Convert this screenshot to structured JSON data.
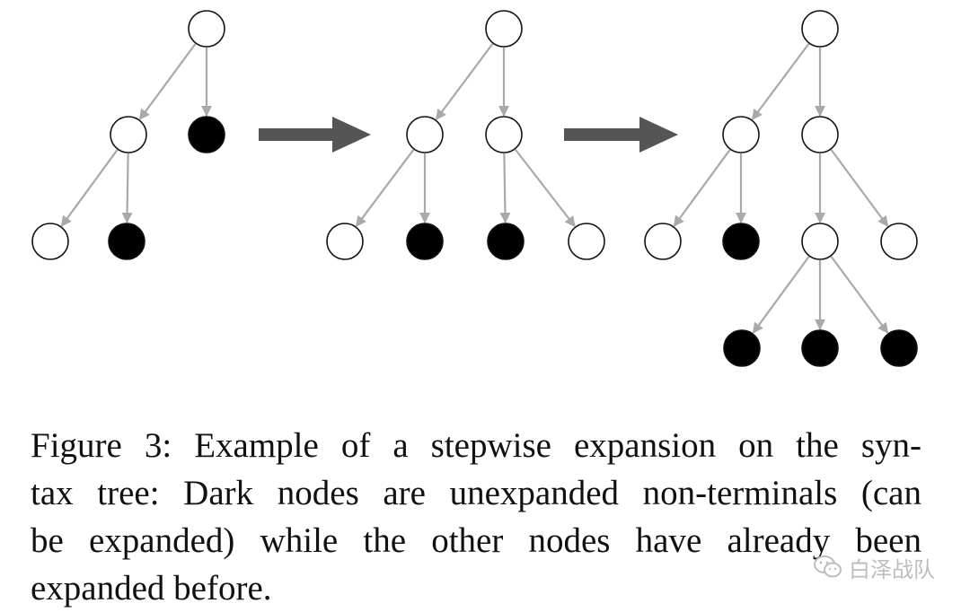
{
  "caption_lines": [
    "Figure 3: Example of a stepwise expansion on the syn-",
    "tax tree: Dark nodes are unexpanded non-terminals (can",
    "be expanded) while the other nodes have already been",
    "expanded before."
  ],
  "watermark": {
    "icon": "wechat-icon",
    "text": "白泽战队"
  },
  "colors": {
    "node_open_fill": "#ffffff",
    "node_dark_fill": "#000000",
    "node_stroke": "#111111",
    "edge": "#a9a9a9",
    "step_arrow": "#555555",
    "caption_text": "#111111"
  },
  "trees": [
    {
      "nodes": [
        {
          "id": "root",
          "state": "expanded"
        },
        {
          "id": "n1",
          "state": "expanded"
        },
        {
          "id": "n2",
          "state": "unexpanded"
        },
        {
          "id": "n3",
          "state": "expanded"
        },
        {
          "id": "n4",
          "state": "unexpanded"
        }
      ],
      "edges": [
        [
          "root",
          "n1"
        ],
        [
          "root",
          "n2"
        ],
        [
          "n1",
          "n3"
        ],
        [
          "n1",
          "n4"
        ]
      ]
    },
    {
      "nodes": [
        {
          "id": "root",
          "state": "expanded"
        },
        {
          "id": "n1",
          "state": "expanded"
        },
        {
          "id": "n2",
          "state": "expanded"
        },
        {
          "id": "n3",
          "state": "expanded"
        },
        {
          "id": "n4",
          "state": "unexpanded"
        },
        {
          "id": "n5",
          "state": "unexpanded"
        },
        {
          "id": "n6",
          "state": "expanded"
        }
      ],
      "edges": [
        [
          "root",
          "n1"
        ],
        [
          "root",
          "n2"
        ],
        [
          "n1",
          "n3"
        ],
        [
          "n1",
          "n4"
        ],
        [
          "n2",
          "n5"
        ],
        [
          "n2",
          "n6"
        ]
      ]
    },
    {
      "nodes": [
        {
          "id": "root",
          "state": "expanded"
        },
        {
          "id": "n1",
          "state": "expanded"
        },
        {
          "id": "n2",
          "state": "expanded"
        },
        {
          "id": "n3",
          "state": "expanded"
        },
        {
          "id": "n4",
          "state": "unexpanded"
        },
        {
          "id": "n5",
          "state": "expanded"
        },
        {
          "id": "n6",
          "state": "expanded"
        },
        {
          "id": "n7",
          "state": "unexpanded"
        },
        {
          "id": "n8",
          "state": "unexpanded"
        },
        {
          "id": "n9",
          "state": "unexpanded"
        }
      ],
      "edges": [
        [
          "root",
          "n1"
        ],
        [
          "root",
          "n2"
        ],
        [
          "n1",
          "n3"
        ],
        [
          "n1",
          "n4"
        ],
        [
          "n2",
          "n5"
        ],
        [
          "n2",
          "n6"
        ],
        [
          "n5",
          "n7"
        ],
        [
          "n5",
          "n8"
        ],
        [
          "n5",
          "n9"
        ]
      ]
    }
  ]
}
